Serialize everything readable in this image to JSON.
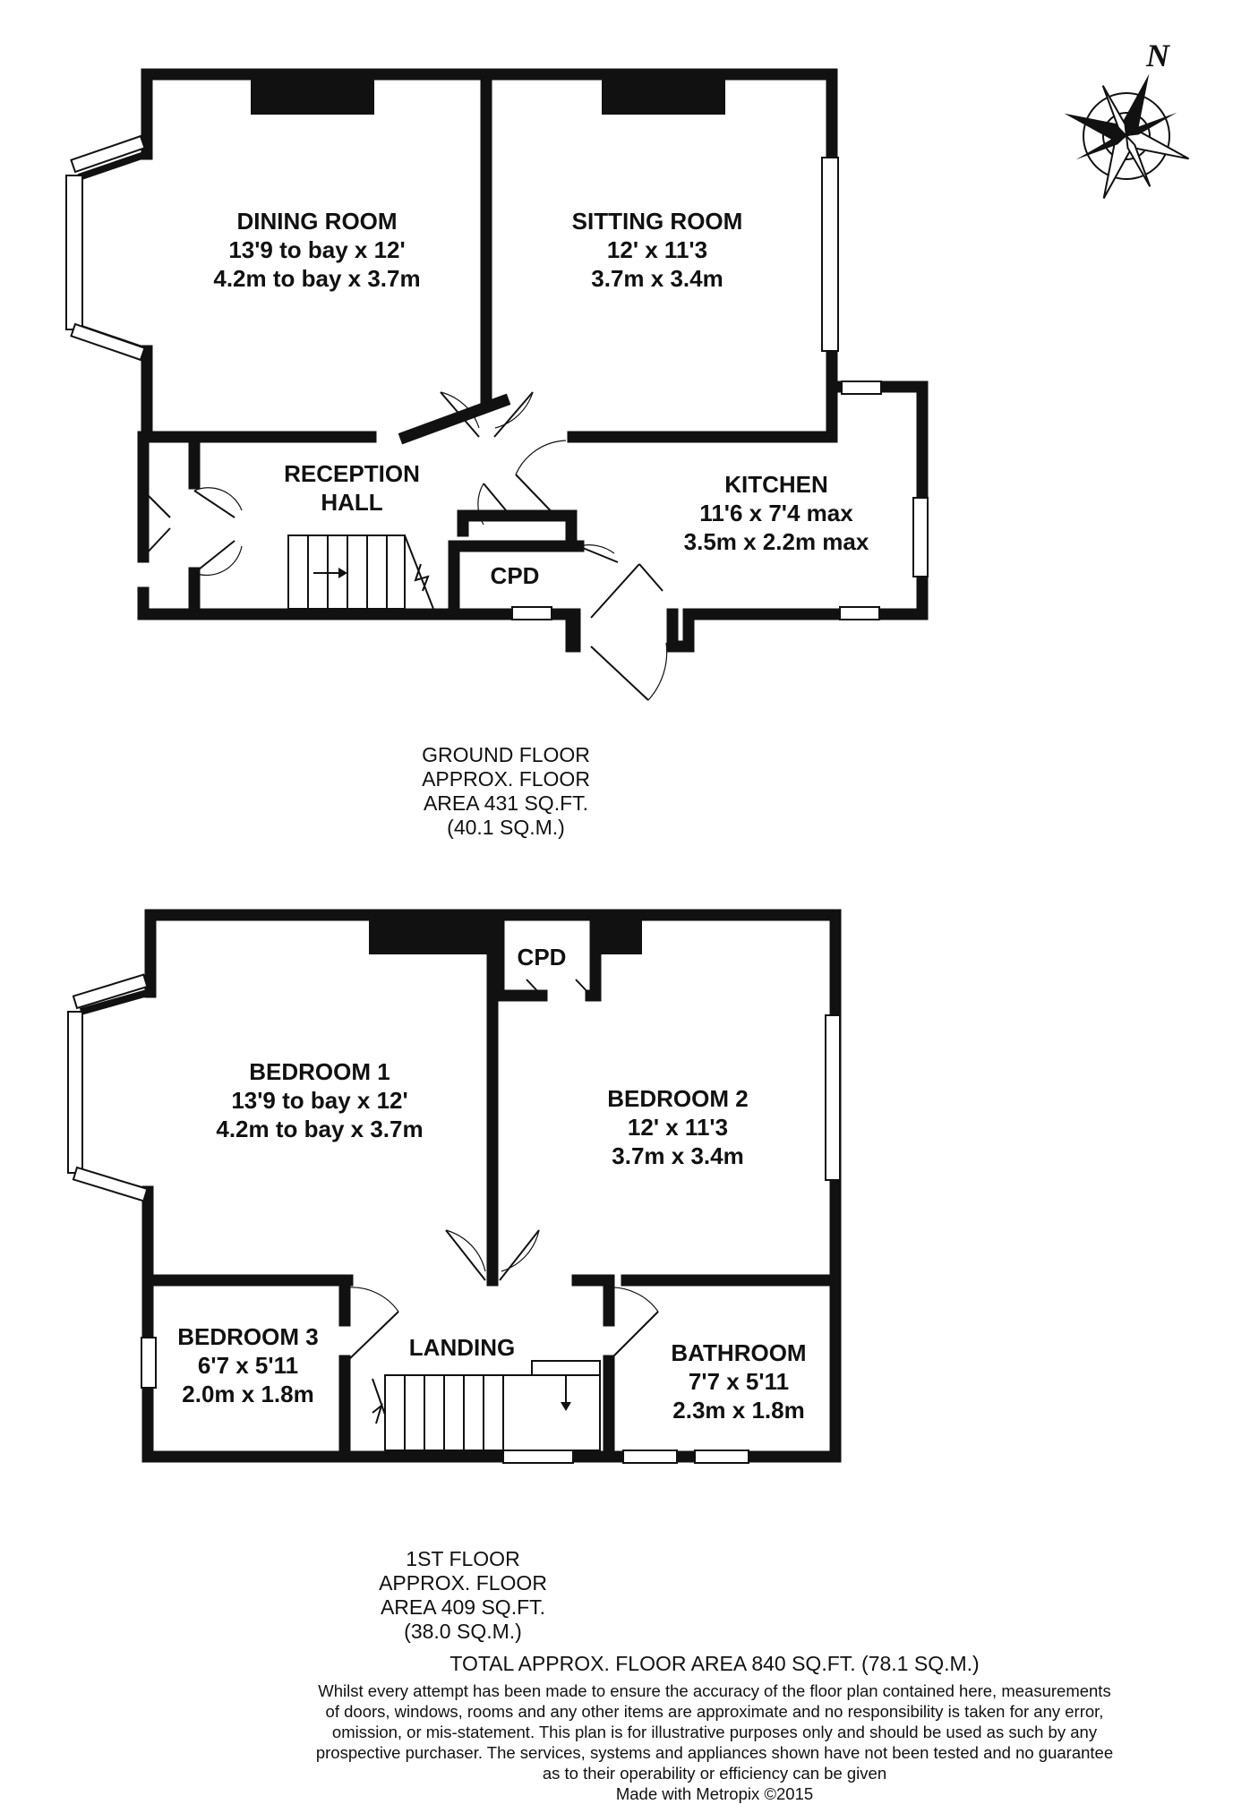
{
  "compass": {
    "north_label": "N"
  },
  "ground_floor": {
    "rooms": {
      "dining": {
        "name": "DINING ROOM",
        "imperial": "13'9 to bay x 12'",
        "metric": "4.2m to bay x 3.7m"
      },
      "sitting": {
        "name": "SITTING ROOM",
        "imperial": "12' x 11'3",
        "metric": "3.7m x 3.4m"
      },
      "reception": {
        "name_line1": "RECEPTION",
        "name_line2": "HALL"
      },
      "kitchen": {
        "name": "KITCHEN",
        "imperial": "11'6 x 7'4 max",
        "metric": "3.5m x 2.2m max"
      },
      "cpd": {
        "name": "CPD"
      }
    },
    "caption": {
      "line1": "GROUND FLOOR",
      "line2": "APPROX. FLOOR",
      "line3": "AREA 431 SQ.FT.",
      "line4": "(40.1 SQ.M.)"
    }
  },
  "first_floor": {
    "rooms": {
      "bedroom1": {
        "name": "BEDROOM 1",
        "imperial": "13'9 to bay x 12'",
        "metric": "4.2m to bay x 3.7m"
      },
      "bedroom2": {
        "name": "BEDROOM 2",
        "imperial": "12' x 11'3",
        "metric": "3.7m x 3.4m"
      },
      "bedroom3": {
        "name": "BEDROOM 3",
        "imperial": "6'7 x 5'11",
        "metric": "2.0m x 1.8m"
      },
      "landing": {
        "name": "LANDING"
      },
      "bathroom": {
        "name": "BATHROOM",
        "imperial": "7'7 x 5'11",
        "metric": "2.3m x 1.8m"
      },
      "cpd": {
        "name": "CPD"
      }
    },
    "caption": {
      "line1": "1ST FLOOR",
      "line2": "APPROX. FLOOR",
      "line3": "AREA 409 SQ.FT.",
      "line4": "(38.0 SQ.M.)"
    }
  },
  "total": "TOTAL APPROX. FLOOR AREA 840 SQ.FT. (78.1 SQ.M.)",
  "disclaimer": {
    "line1": "Whilst every attempt has been made to ensure the accuracy of the floor plan contained here, measurements",
    "line2": "of doors, windows, rooms and any other items are approximate and no responsibility is taken for any error,",
    "line3": "omission, or mis-statement. This plan is for illustrative purposes only and should be used as such by any",
    "line4": "prospective purchaser. The services, systems and appliances shown have not been tested and no guarantee",
    "line5": "as to their operability or efficiency can be given",
    "line6": "Made with Metropix ©2015"
  }
}
